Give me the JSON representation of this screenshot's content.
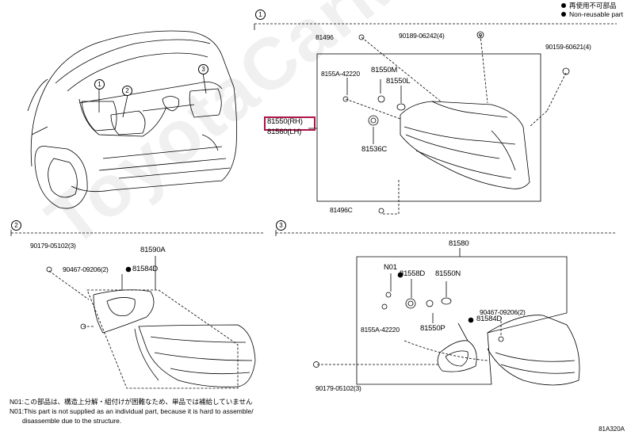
{
  "legend": {
    "item1": "再使用不可部品",
    "item2": "Non-reusable part"
  },
  "section_numbers": [
    "1",
    "2",
    "3"
  ],
  "car_callouts": [
    "1",
    "2",
    "3"
  ],
  "section1": {
    "main_rh": "81550(RH)",
    "main_lh": "81560(LH)",
    "labels": {
      "p81496_top": "81496",
      "p90189": "90189-06242(4)",
      "p90159": "90159-60621(4)",
      "p8155a": "8155A-42220",
      "p81550m": "81550M",
      "p81550l": "81550L",
      "p81536c": "81536C",
      "p81496c": "81496C"
    }
  },
  "section2": {
    "labels": {
      "p81590a": "81590A",
      "p90179": "90179-05102(3)",
      "p90467": "90467-09206(2)",
      "p81584d": "81584D"
    }
  },
  "section3": {
    "labels": {
      "p81580": "81580",
      "pn01": "N01",
      "p81558d": "81558D",
      "p81550n": "81550N",
      "p8155a": "8155A-42220",
      "p81550p": "81550P",
      "p81584d": "81584D",
      "p90467": "90467-09206(2)",
      "p90179": "90179-05102(3)"
    }
  },
  "notes": {
    "jp": "N01:この部品は、構造上分解・組付けが困難なため、単品では補給していません",
    "en1": "N01:This part is not supplied as an individual part, because it is hard to assemble/",
    "en2": "disassemble due to the structure."
  },
  "watermark": "ToyotaCarMine.ru",
  "diagram_code": "81A320A"
}
